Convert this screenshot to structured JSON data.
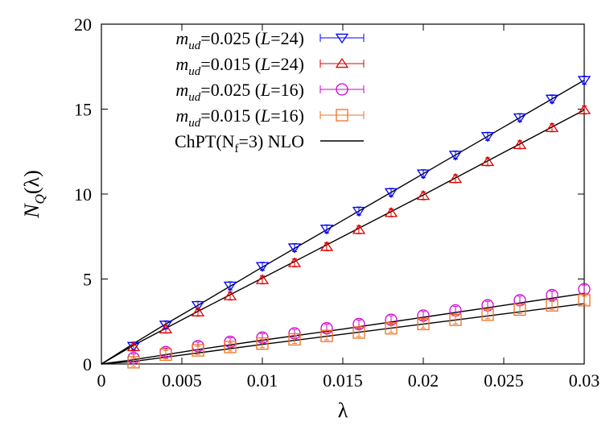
{
  "chart_data": {
    "type": "scatter",
    "xlabel": "λ",
    "ylabel": {
      "main": "N",
      "sub": "Q",
      "arg": "(λ)"
    },
    "xlim": [
      0,
      0.03
    ],
    "ylim": [
      0,
      20
    ],
    "x_ticks": [
      0,
      0.005,
      0.01,
      0.015,
      0.02,
      0.025,
      0.03
    ],
    "x_tick_labels": [
      "0",
      "0.005",
      "0.01",
      "0.015",
      "0.02",
      "0.025",
      "0.03"
    ],
    "y_ticks": [
      0,
      5,
      10,
      15,
      20
    ],
    "y_tick_labels": [
      "0",
      "5",
      "10",
      "15",
      "20"
    ],
    "grid": false,
    "legend_position": "top-left",
    "x": [
      0.002,
      0.004,
      0.006,
      0.008,
      0.01,
      0.012,
      0.014,
      0.016,
      0.018,
      0.02,
      0.022,
      0.024,
      0.026,
      0.028,
      0.03
    ],
    "series": [
      {
        "name": {
          "m": "m",
          "sub": "ud",
          "rest": "=0.025 (",
          "L": "L",
          "tail": "=24)"
        },
        "marker": "triangle-down",
        "color": "#0000ff",
        "values": [
          1.05,
          2.3,
          3.45,
          4.6,
          5.75,
          6.85,
          7.95,
          9.0,
          10.1,
          11.2,
          12.3,
          13.4,
          14.5,
          15.6,
          16.7
        ]
      },
      {
        "name": {
          "m": "m",
          "sub": "ud",
          "rest": "=0.015 (",
          "L": "L",
          "tail": "=24)"
        },
        "marker": "triangle-up",
        "color": "#e00000",
        "values": [
          1.0,
          2.05,
          3.05,
          4.0,
          4.95,
          5.95,
          6.9,
          7.9,
          8.9,
          9.9,
          10.9,
          11.9,
          12.9,
          13.9,
          14.95
        ]
      },
      {
        "name": {
          "m": "m",
          "sub": "ud",
          "rest": "=0.025 (",
          "L": "L",
          "tail": "=16)"
        },
        "marker": "circle",
        "color": "#d000d0",
        "values": [
          0.35,
          0.7,
          1.05,
          1.3,
          1.55,
          1.8,
          2.1,
          2.35,
          2.6,
          2.85,
          3.15,
          3.45,
          3.75,
          4.05,
          4.4
        ]
      },
      {
        "name": {
          "m": "m",
          "sub": "ud",
          "rest": "=0.015 (",
          "L": "L",
          "tail": "=16)"
        },
        "marker": "square",
        "color": "#f07020",
        "values": [
          0.1,
          0.55,
          0.8,
          1.0,
          1.2,
          1.45,
          1.65,
          1.85,
          2.1,
          2.35,
          2.6,
          2.9,
          3.2,
          3.45,
          3.75
        ]
      }
    ],
    "curves": {
      "name": {
        "pre": "ChPT(N",
        "sub": "f",
        "post": "=3) NLO"
      },
      "color": "#000000",
      "lines": [
        {
          "x": [
            0,
            0.001,
            0.002,
            0.004,
            0.006,
            0.01,
            0.015,
            0.02,
            0.025,
            0.03
          ],
          "y": [
            0,
            0.6,
            1.2,
            2.35,
            3.45,
            5.7,
            8.45,
            11.2,
            13.95,
            16.7
          ]
        },
        {
          "x": [
            0,
            0.001,
            0.002,
            0.004,
            0.006,
            0.01,
            0.015,
            0.02,
            0.025,
            0.03
          ],
          "y": [
            0,
            0.55,
            1.1,
            2.1,
            3.1,
            5.05,
            7.5,
            9.95,
            12.45,
            14.95
          ]
        },
        {
          "x": [
            0,
            0.002,
            0.004,
            0.006,
            0.01,
            0.015,
            0.02,
            0.025,
            0.03
          ],
          "y": [
            0,
            0.25,
            0.55,
            0.85,
            1.4,
            2.05,
            2.75,
            3.45,
            4.15
          ]
        },
        {
          "x": [
            0,
            0.002,
            0.004,
            0.006,
            0.01,
            0.015,
            0.02,
            0.025,
            0.03
          ],
          "y": [
            0,
            0.15,
            0.4,
            0.65,
            1.15,
            1.75,
            2.35,
            2.95,
            3.55
          ]
        }
      ]
    }
  }
}
